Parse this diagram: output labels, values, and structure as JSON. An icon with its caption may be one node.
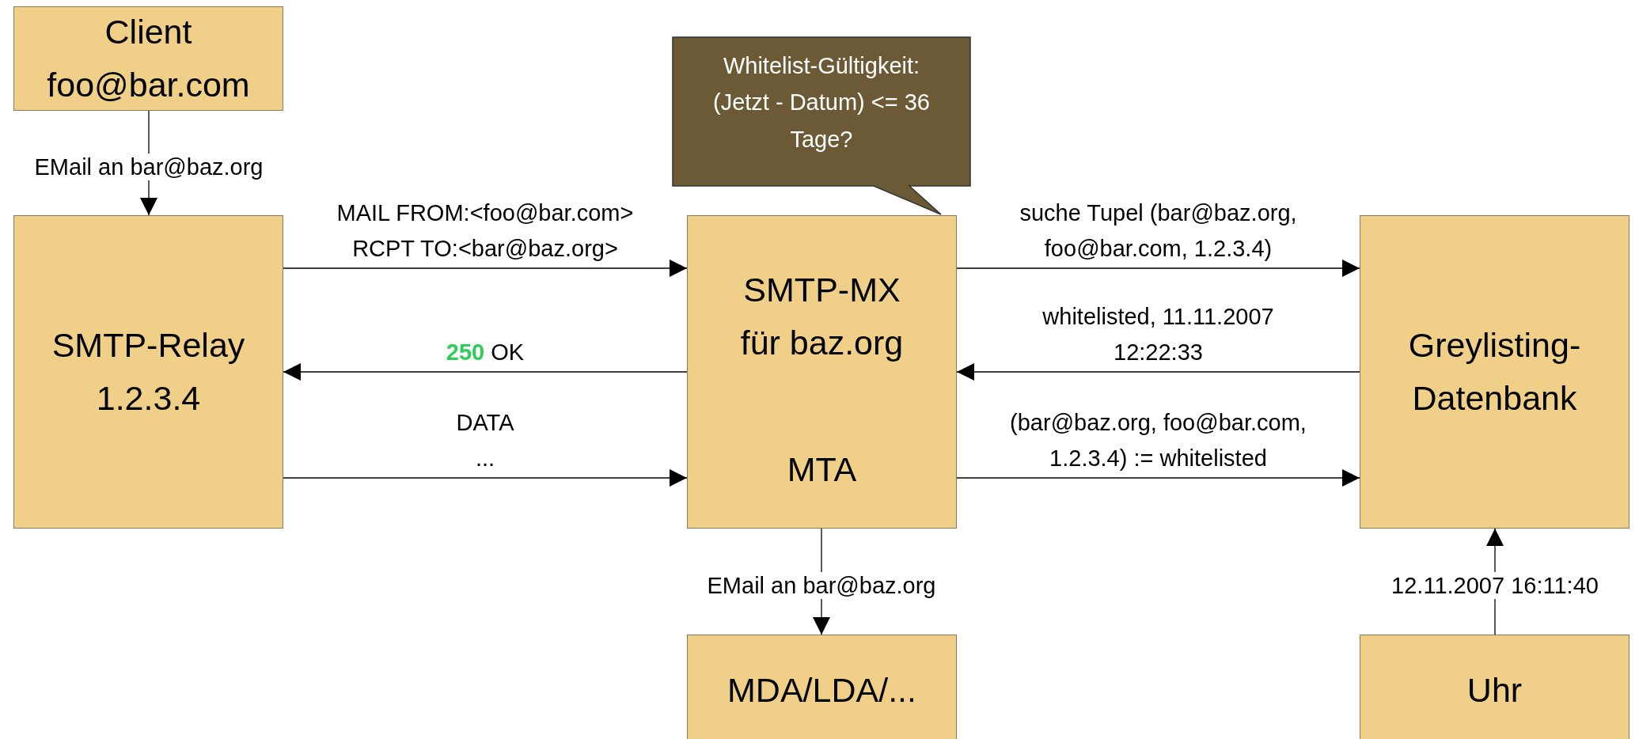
{
  "diagram": {
    "nodes": [
      {
        "text": [
          "Client foo@bar.com"
        ]
      },
      {
        "text": [
          "Whitelist-Gültigkeit: (Jetzt - Datum) <= 36 Tage?"
        ]
      },
      {
        "text": [
          "SMTP-Relay 1.2.3.4"
        ]
      },
      {
        "text": [
          "SMTP-MX für baz.org",
          "MTA"
        ]
      },
      {
        "text": [
          "Greylisting-Datenbank"
        ]
      },
      {
        "text": [
          "MDA/LDA/..."
        ]
      },
      {
        "text": [
          "Uhr"
        ]
      }
    ],
    "edges": [
      {
        "from": 0,
        "to": 2,
        "arrow": "to",
        "label": "EMail an bar@baz.org"
      },
      {
        "from": 2,
        "to": 3,
        "arrow": "to",
        "label": "MAIL FROM:<foo@bar.com> RCPT TO:<bar@baz.org>"
      },
      {
        "from": 3,
        "to": 2,
        "arrow": "to",
        "label": "**250** OK"
      },
      {
        "from": 2,
        "to": 3,
        "arrow": "to",
        "label": "DATA ..."
      },
      {
        "from": 3,
        "to": 4,
        "arrow": "to",
        "label": "suche Tupel (bar@baz.org, foo@bar.com, 1.2.3.4)"
      },
      {
        "from": 4,
        "to": 3,
        "arrow": "to",
        "label": "whitelisted, 11.11.2007 12:22:33"
      },
      {
        "from": 3,
        "to": 4,
        "arrow": "to",
        "label": "(bar@baz.org, foo@bar.com, 1.2.3.4) := whitelisted"
      },
      {
        "from": 3,
        "to": 5,
        "arrow": "to",
        "label": "EMail an bar@baz.org"
      },
      {
        "from": 6,
        "to": 4,
        "arrow": "to",
        "label": "12.11.2007 16:11:40"
      }
    ]
  }
}
